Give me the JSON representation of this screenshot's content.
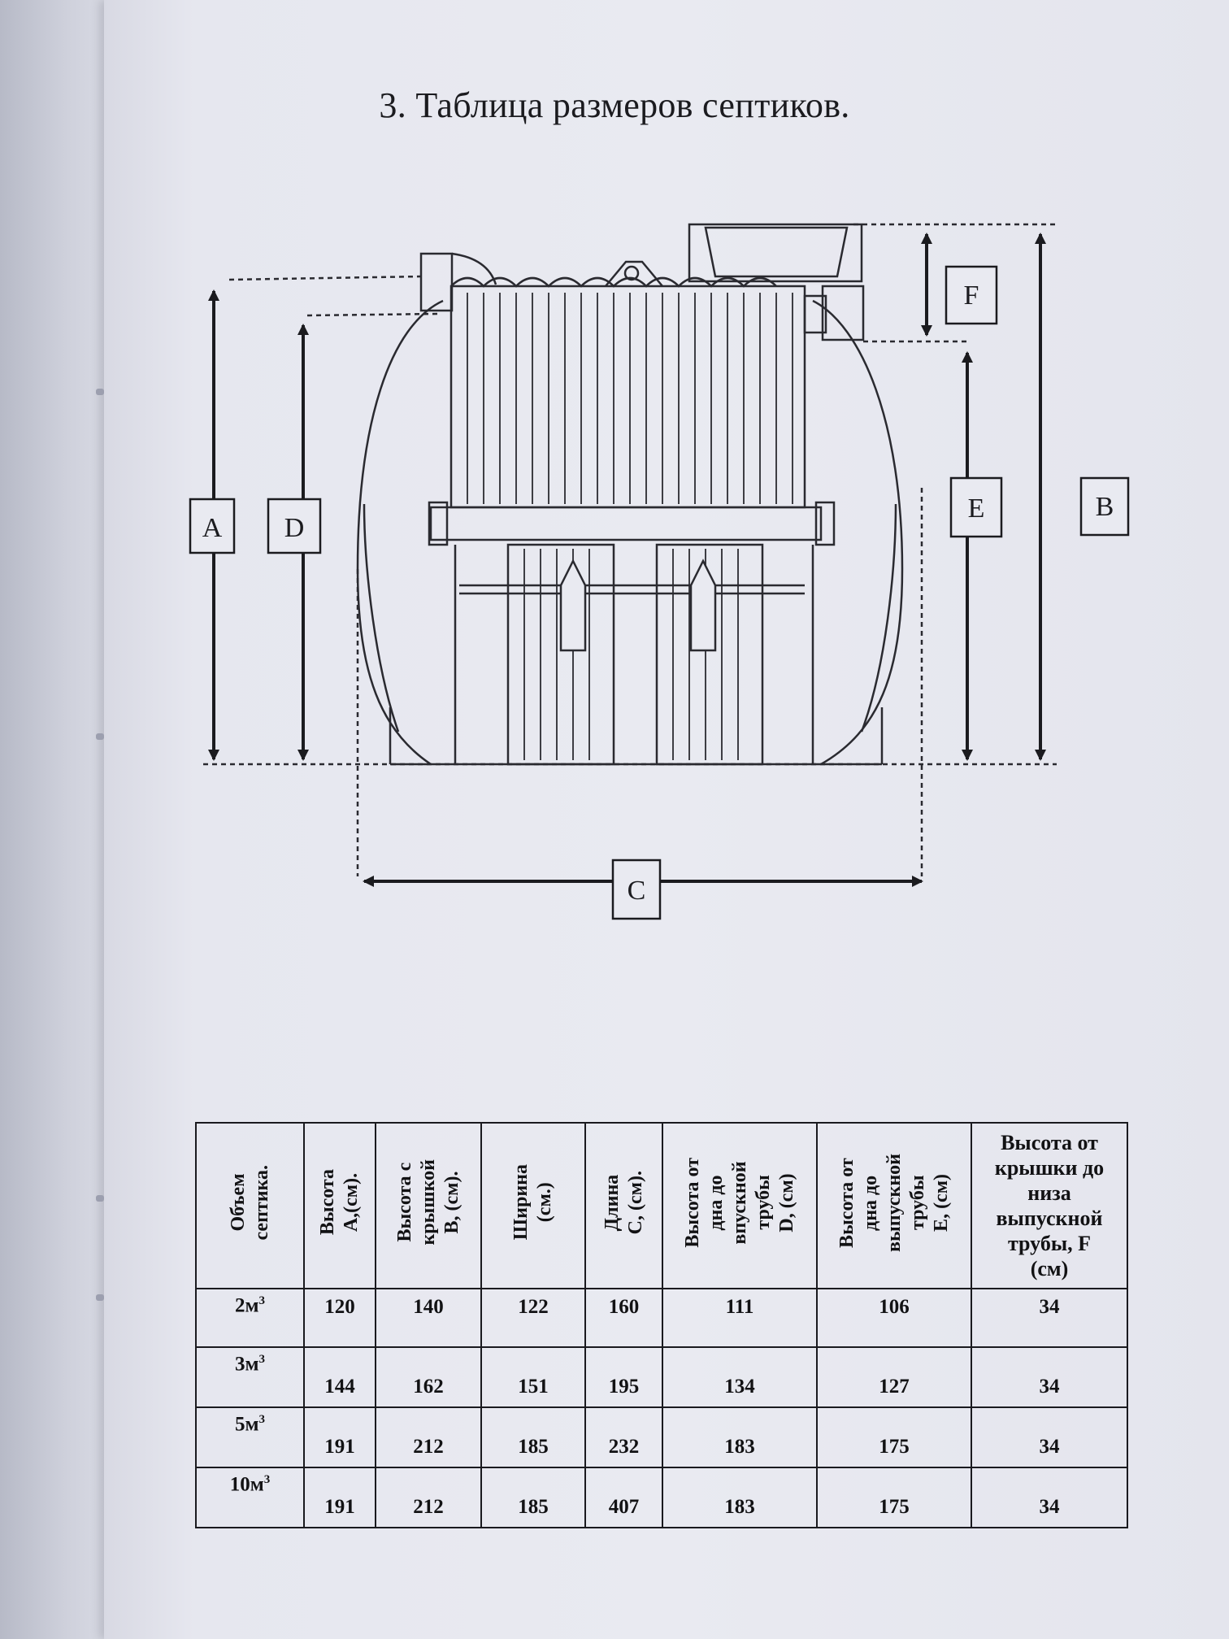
{
  "page": {
    "title": "3. Таблица размеров септиков."
  },
  "diagram": {
    "labels": {
      "A": "A",
      "B": "B",
      "C": "C",
      "D": "D",
      "E": "E",
      "F": "F"
    }
  },
  "table": {
    "headers": [
      "Объем\nсептика.",
      "Высота\nА,(см).",
      "Высота с\nкрышкой\nВ, (см).",
      "Ширина\n(см.)",
      "Длина\nС, (см).",
      "Высота от\nдна до\nвпускной\nтрубы\nD, (см)",
      "Высота от\nдна до\nвыпускной\nтрубы\nE, (см)",
      "Высота от\nкрышки до\nниза\nвыпускной\nтрубы, F\n(см)"
    ],
    "rows": [
      {
        "volume": "2м",
        "unit_exp": "3",
        "cells": [
          "120",
          "140",
          "122",
          "160",
          "111",
          "106",
          "34"
        ]
      },
      {
        "volume": "3м",
        "unit_exp": "3",
        "cells": [
          "144",
          "162",
          "151",
          "195",
          "134",
          "127",
          "34"
        ]
      },
      {
        "volume": "5м",
        "unit_exp": "3",
        "cells": [
          "191",
          "212",
          "185",
          "232",
          "183",
          "175",
          "34"
        ]
      },
      {
        "volume": "10м",
        "unit_exp": "3",
        "cells": [
          "191",
          "212",
          "185",
          "407",
          "183",
          "175",
          "34"
        ]
      }
    ]
  }
}
